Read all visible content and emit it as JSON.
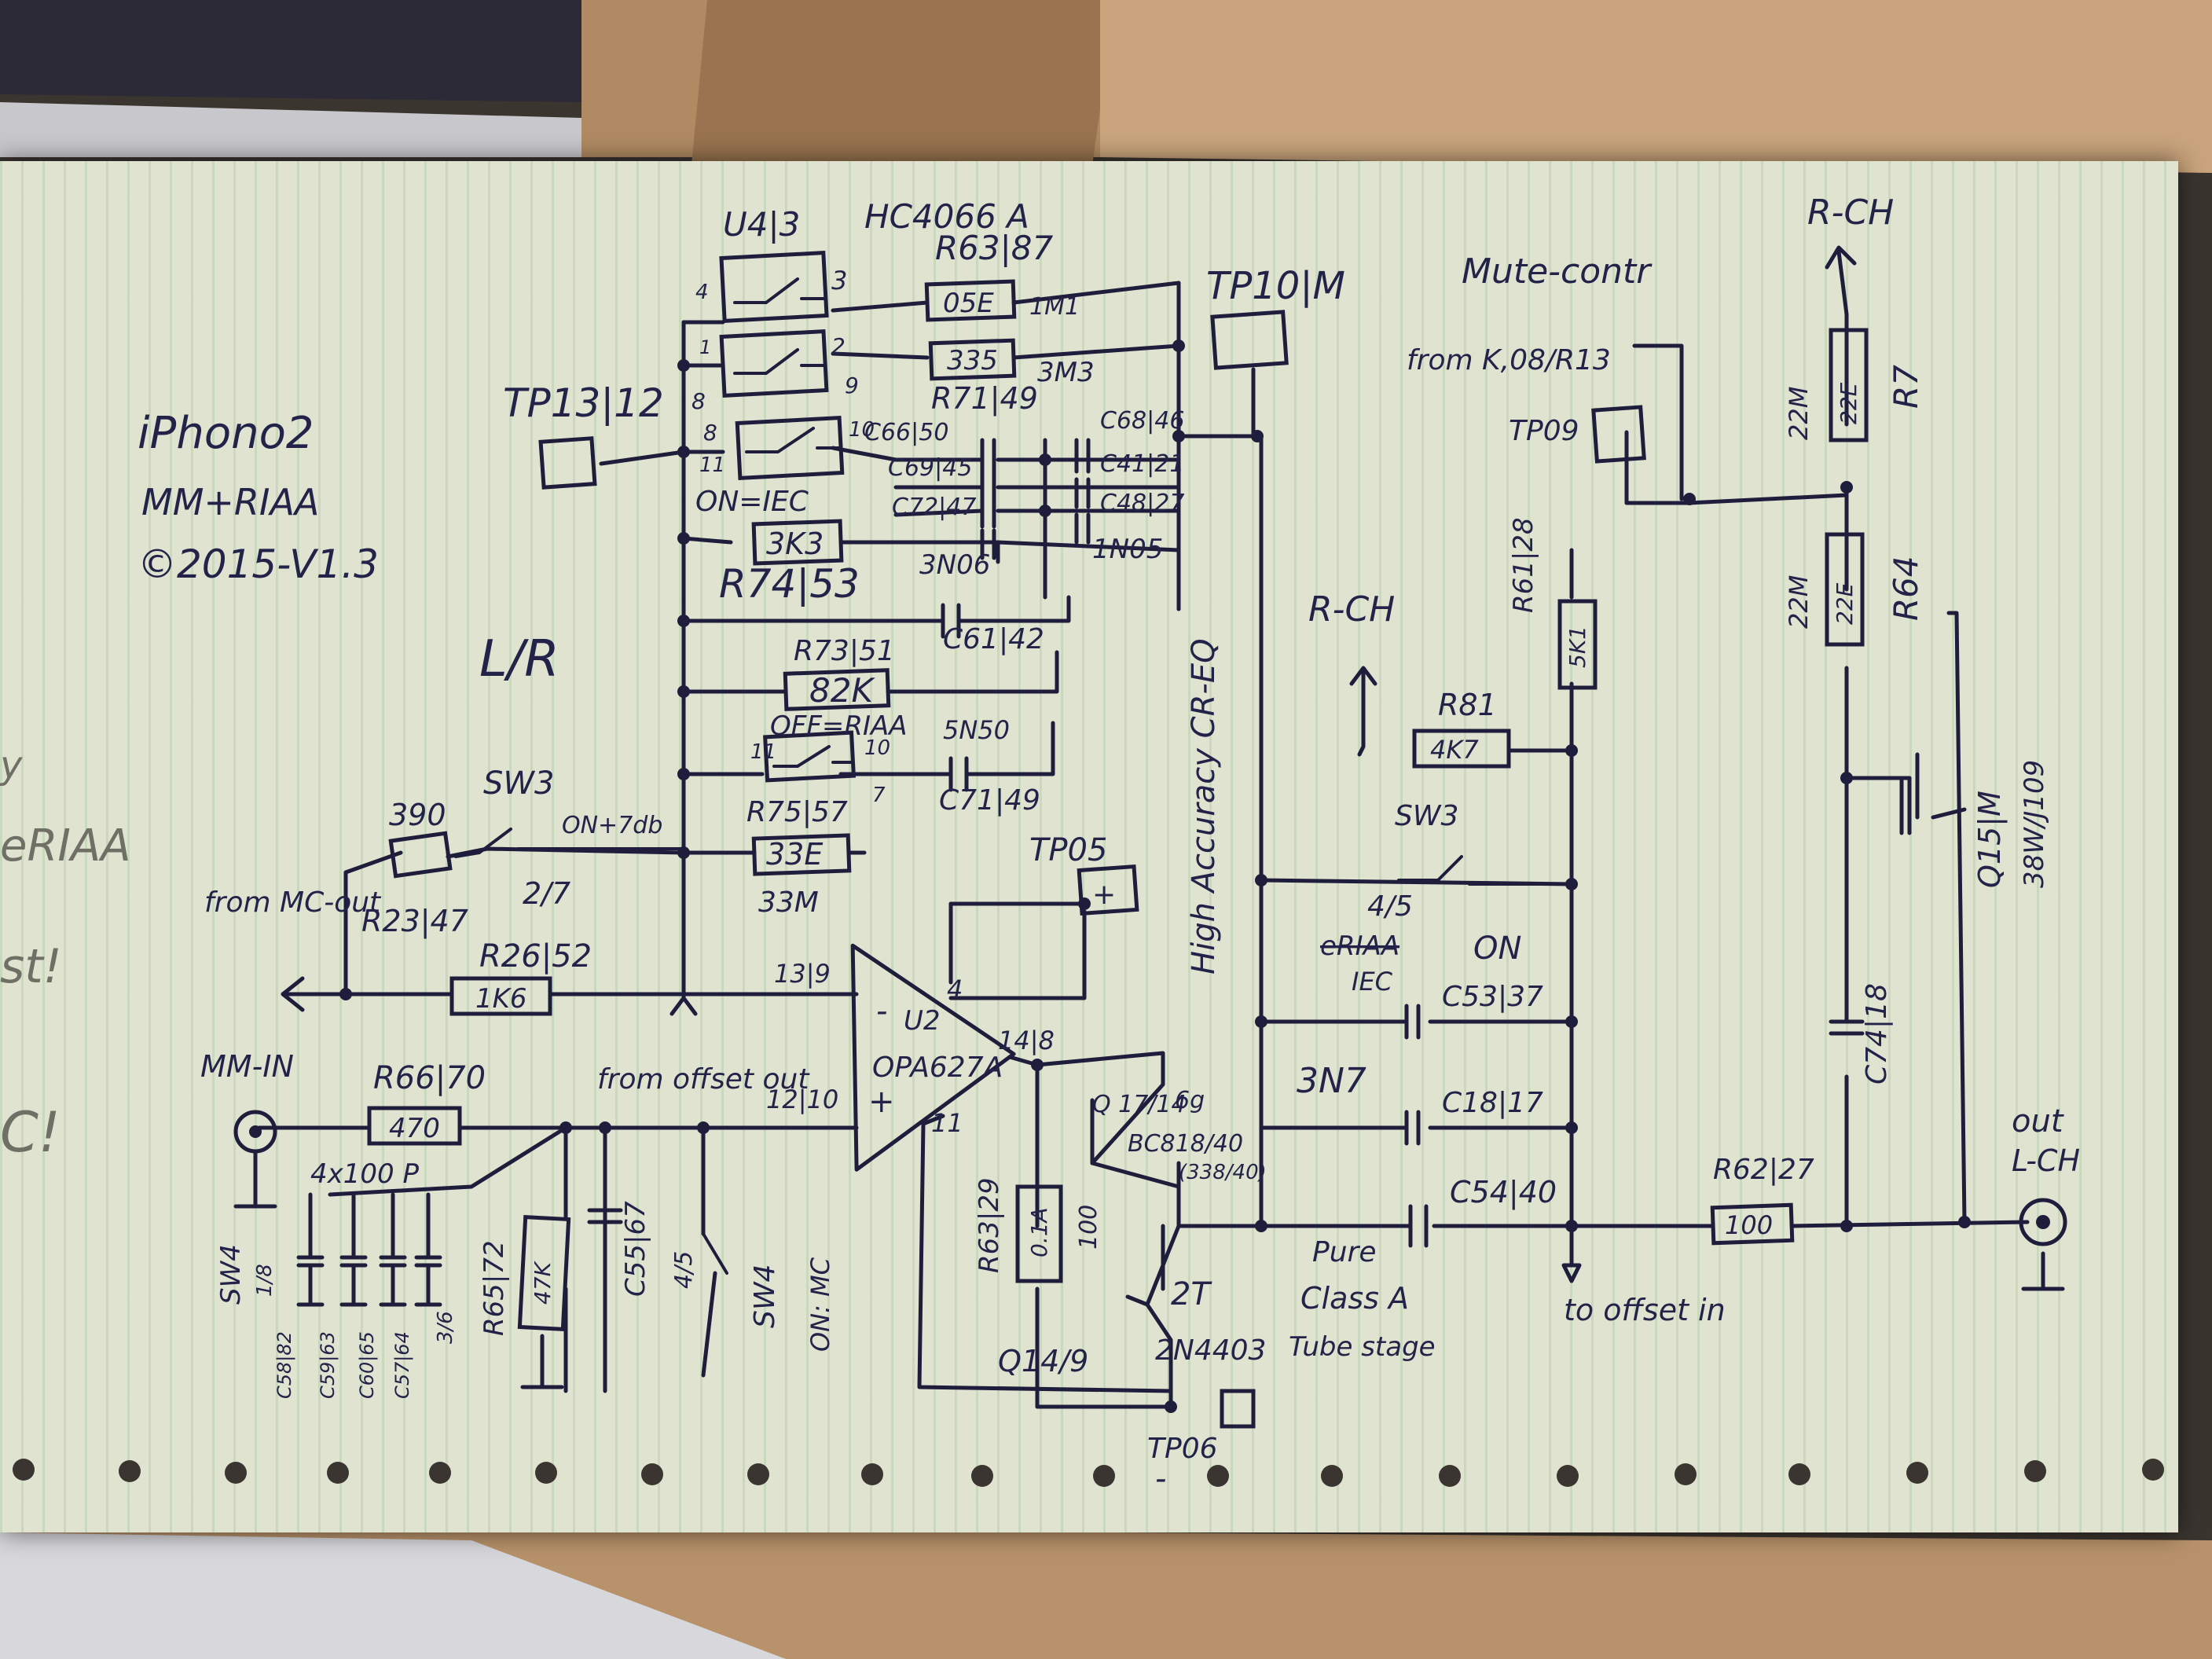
{
  "title": {
    "line1": "iPhono2",
    "line2": "MM+RIAA",
    "line3": "©2015-V1.3"
  },
  "channel_label": "L/R",
  "ic_labels": {
    "switch_ic": "U4|3",
    "switch_part": "HC4066 A",
    "opamp_ref": "U2",
    "opamp_part": "OPA627A",
    "pin_minus": "-",
    "pin_plus": "+",
    "pin4": "4",
    "pin11": "11",
    "pin_in_minus": "13|9",
    "pin_in_plus": "12|10",
    "pin_out": "14|8"
  },
  "switch_pins": {
    "s1_a": "4",
    "s1_b": "3",
    "s2_a": "1",
    "s2_b": "2",
    "s3_a": "8",
    "s3_b": "9",
    "s3_c": "8",
    "s4_a": "11",
    "s4_b": "10",
    "s4_c": "11",
    "s5_a": "10",
    "s5_b": "7"
  },
  "switch_notes": {
    "iec": "ON=IEC",
    "riaa": "OFF=RIAA",
    "sw3_note": "ON+7db",
    "sw3_pins": "2/7"
  },
  "resistors": {
    "r63_ref": "R63|87",
    "r63_val": "05E",
    "r63_note": "1M1",
    "r_335": "335",
    "r_335_note": "3M3",
    "r71": "R71|49",
    "r_3k3": "3K3",
    "r74": "R74|53",
    "r73": "R73|51",
    "r73_val": "82K",
    "r75": "R75|57",
    "r75_val": "33E",
    "r75_note": "33M",
    "r23_val": "390",
    "r23_ref": "R23|47",
    "r26_ref": "R26|52",
    "r26_val": "1K6",
    "r66_ref": "R66|70",
    "r66_val": "470",
    "r65_ref": "R65|72",
    "r65_val": "47K",
    "r63b_ref": "R63|29",
    "r63b_val": "0.1A",
    "r63b_note": "100",
    "r61_ref": "R61|28",
    "r61_val": "5K1",
    "r81_ref": "R81",
    "r81_val": "4K7",
    "r62_ref": "R62|27",
    "r62_val": "100",
    "r7_ref": "R7",
    "r7_val": "22E",
    "r7_note": "22M",
    "r64_ref": "R64",
    "r64_val": "22E",
    "r64_note": "22M"
  },
  "capacitors": {
    "c66": "C66|50",
    "c68": "C68|46",
    "c41": "C41|21",
    "c69": "C69|45",
    "c72": "C72|47",
    "c48": "C48|27",
    "c_3n06": "3N06",
    "c_1n05": "1N05",
    "c61": "C61|42",
    "c_5n50": "5N50",
    "c71": "C71|49",
    "c55": "C55|67",
    "c_4x100p": "4x100 P",
    "c53": "C53|37",
    "c18": "C18|17",
    "c_3n7": "3N7",
    "c54": "C54|40",
    "c74": "C74|18",
    "c_small": [
      "C58|82",
      "C59|63",
      "C60|65",
      "C57|64"
    ],
    "c_small_note": "3/6"
  },
  "labels": {
    "tp13": "TP13|12",
    "tp10": "TP10|M",
    "tp09": "TP09",
    "tp05": "TP05",
    "tp06": "TP06",
    "tp05_sign": "+",
    "tp06_sign": "-",
    "from_mc": "from MC-out",
    "mm_in": "MM-IN",
    "from_offset": "from offset out",
    "mute": "Mute-contr",
    "mute_from": "from K,08/R13",
    "high_acc": "High Accuracy CR-EQ",
    "sw3": "SW3",
    "sw3_right": "SW3",
    "sw3_right_pins": "4/5",
    "sw3_on": "ON",
    "sw3_iec": "IEC",
    "sw3_strike": "eRIAA",
    "sw4_left": "SW4",
    "sw4_left_pins": "1/8",
    "sw4_right": "SW4",
    "sw4_right_pins": "4/5",
    "sw4_note": "ON: MC",
    "q17": "Q 17/14",
    "q17_part": "BC818/40",
    "q17_alt": "(338/40)",
    "q17_note": "6g",
    "q14": "Q14/9",
    "q14_part": "2N4403",
    "stage_2t": "2T",
    "pure": "Pure",
    "class_a": "Class A",
    "tube": "Tube stage",
    "to_offset": "to offset in",
    "rch_top": "R-CH",
    "rch_mid": "R-CH",
    "out": "out",
    "out_ch": "L-CH",
    "q15_ref": "Q15|M",
    "q15_part": "38W/J109"
  },
  "pencil_notes": [
    "y",
    "eRIAA",
    "st!",
    "C!"
  ],
  "colors": {
    "ink": "#23234a",
    "paper": "#dfe3d0",
    "grid": "#8cbe8c",
    "cardboard": "#b8926a"
  }
}
